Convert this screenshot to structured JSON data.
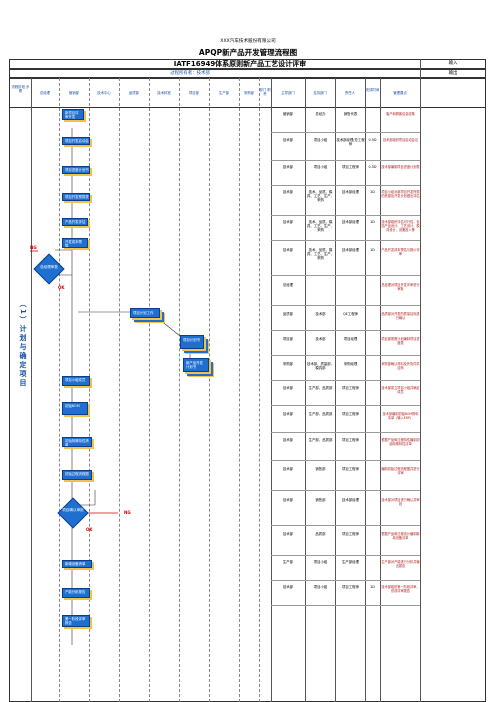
{
  "company": "XXX汽车技术股份有限公司",
  "doc_title": "APQP新产品开发管理流程图",
  "sub_title": "IATF16949体系原则新产品工艺设计评审",
  "input_label": "输入",
  "owner_label": "过程所有者：技术部",
  "output_label": "输出",
  "left_stage_header": "流程阶段 步骤",
  "stage_label": "（1）计划与确定项目",
  "lane_headers": [
    "总经理",
    "营销部",
    "技术中心",
    "品质部",
    "技术科室",
    "项目部",
    "生产部",
    "采购部",
    "部门 职责"
  ],
  "right_headers": [
    "主导部门",
    "支持部门",
    "责任人",
    "完成时间",
    "管理要点"
  ],
  "flow_boxes": [
    "新项目评审开发",
    "项目开发启动会",
    "项目进度计划书",
    "项目开发预算表",
    "产品开发评估",
    "开发成本预算",
    "项目计划工作",
    "项目计划书",
    "新产品开发计划书",
    "项目小组成员",
    "初始BOM",
    "初始特殊特性清单",
    "初始过程流程图",
    "项目确认",
    "新增设备清单",
    "产能分析报告",
    "第一阶段评审报告"
  ],
  "decisions": [
    {
      "label": "总经理审批",
      "ok": "OK",
      "ng": "NG"
    },
    {
      "label": "项目确认审批",
      "ok": "OK",
      "ng": "NG"
    }
  ],
  "table_rows": [
    {
      "lead": "营销部",
      "support": "总经办",
      "owner": "销售代表",
      "time": "",
      "note": "客户和顾客信息收集"
    },
    {
      "lead": "技术部",
      "support": "项目小组",
      "owner": "技术部经理/总工程师",
      "time": "0.5D",
      "note": "技术部组织项目启动会议"
    },
    {
      "lead": "技术部",
      "support": "项目小组",
      "owner": "项目工程师",
      "time": "0.5D",
      "note": "技术部编制项目进度计划表"
    },
    {
      "lead": "技术部",
      "support": "技术、品质、模具、工艺、生产、采购",
      "owner": "技术部经理",
      "time": "1D",
      "note": "项目小组对新项目开发所需的资源及开发计划做出评估"
    },
    {
      "lead": "技术部",
      "support": "技术、品质、模具、工艺、生产、采购",
      "owner": "技术部经理",
      "time": "1D",
      "note": "技术部组织评估可行性，包括产品设计、工艺设计、模具设计、设备投入等"
    },
    {
      "lead": "技术部",
      "support": "技术、品质、模具、工艺、生产、采购",
      "owner": "技术部经理",
      "time": "1D",
      "note": "产品开发成本预估与报价评审"
    },
    {
      "lead": "总经理",
      "support": "",
      "owner": "",
      "time": "",
      "note": "总经理对项目开发评审进行审批"
    },
    {
      "lead": "品质部",
      "support": "技术部",
      "owner": "QE工程师",
      "time": "",
      "note": "品质部对开发的质量目标进行确认"
    },
    {
      "lead": "项目部",
      "support": "技术部",
      "owner": "项目经理",
      "time": "",
      "note": "项目部按照计划编制项目进度表"
    },
    {
      "lead": "采购部",
      "support": "技术部、质量部、模具部",
      "owner": "采购经理",
      "time": "",
      "note": "采购部确认材料及外协件供应商"
    },
    {
      "lead": "技术部",
      "support": "生产部、品质部",
      "owner": "项目工程师",
      "time": "",
      "note": "技术部成立项目小组并确定成员"
    },
    {
      "lead": "技术部",
      "support": "生产部、品质部",
      "owner": "项目工程师",
      "time": "",
      "note": "技术部编制初始BOM物料清单（输入ERP）"
    },
    {
      "lead": "技术部",
      "support": "生产部、品质部",
      "owner": "项目工程师",
      "time": "",
      "note": "根据产品和过程特性编制初始特殊特性清单"
    },
    {
      "lead": "技术部",
      "support": "销售部",
      "owner": "项目工程师",
      "time": "",
      "note": "编制初始过程流程图并进行评审"
    },
    {
      "lead": "技术部",
      "support": "销售部",
      "owner": "技术部经理",
      "time": "",
      "note": "技术部对项目进行确认并审批"
    },
    {
      "lead": "技术部",
      "support": "品质部",
      "owner": "项目工程师",
      "time": "",
      "note": "根据产品和过程设计编制新增设备清单"
    },
    {
      "lead": "生产部",
      "support": "项目小组",
      "owner": "生产部经理",
      "time": "",
      "note": "生产部对产能进行分析并输出报告"
    },
    {
      "lead": "技术部",
      "support": "项目小组",
      "owner": "项目工程师",
      "time": "1D",
      "note": "技术部组织第一阶段评审，形成评审报告"
    }
  ],
  "colors": {
    "box": "#1f6fd1",
    "shadow": "#f2c24a",
    "ng": "#d40000"
  }
}
